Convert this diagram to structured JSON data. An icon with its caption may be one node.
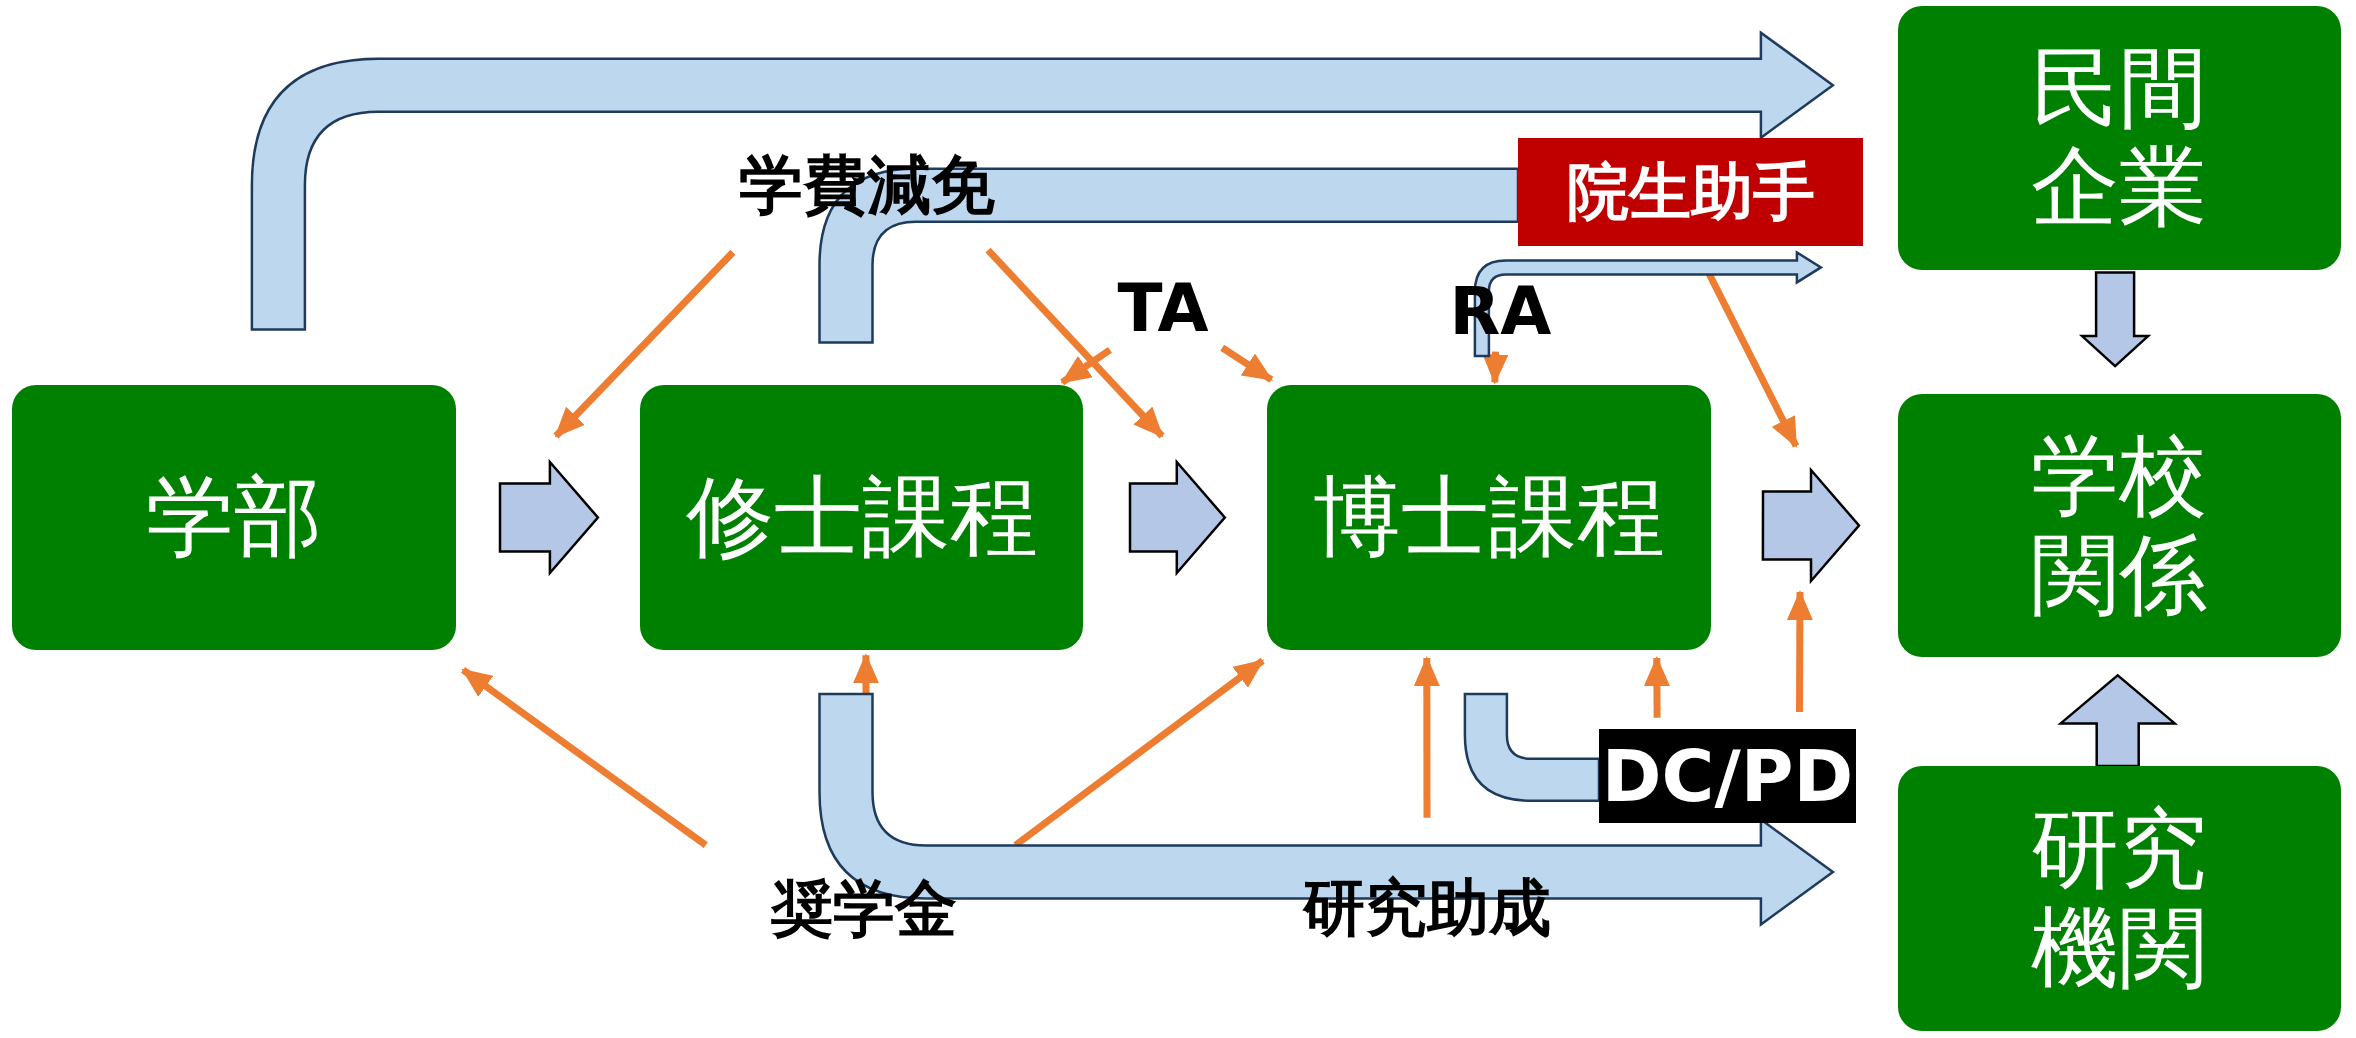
{
  "diagram": {
    "nodes": [
      {
        "text": [
          "学部"
        ]
      },
      {
        "text": [
          "修士課程"
        ]
      },
      {
        "text": [
          "博士課程"
        ]
      },
      {
        "text": [
          "民間企業"
        ]
      },
      {
        "text": [
          "学校関係"
        ]
      },
      {
        "text": [
          "研究機関"
        ]
      },
      {
        "text": [
          "学費減免"
        ]
      },
      {
        "text": [
          "TA"
        ]
      },
      {
        "text": [
          "RA"
        ]
      },
      {
        "text": [
          "院生助手"
        ]
      },
      {
        "text": [
          "奨学金"
        ]
      },
      {
        "text": [
          "研究助成"
        ]
      },
      {
        "text": [
          "DC/PD"
        ]
      }
    ],
    "edges": [
      {
        "from": 6,
        "to": null,
        "arrow": "to"
      },
      {
        "from": 6,
        "to": null,
        "arrow": "to"
      },
      {
        "from": 7,
        "to": 1,
        "arrow": "to"
      },
      {
        "from": 7,
        "to": 2,
        "arrow": "to"
      },
      {
        "from": 8,
        "to": 2,
        "arrow": "to"
      },
      {
        "from": 9,
        "to": null,
        "arrow": "to"
      },
      {
        "from": 10,
        "to": 0,
        "arrow": "to"
      },
      {
        "from": 10,
        "to": 1,
        "arrow": "to"
      },
      {
        "from": 10,
        "to": 2,
        "arrow": "to"
      },
      {
        "from": 11,
        "to": 2,
        "arrow": "to"
      },
      {
        "from": 12,
        "to": 2,
        "arrow": "to"
      },
      {
        "from": 12,
        "to": null,
        "arrow": "to"
      },
      {
        "from": 0,
        "to": 1,
        "arrow": "to",
        "style": "thick",
        "color": "#b4c7e7"
      },
      {
        "from": 1,
        "to": 2,
        "arrow": "to",
        "style": "thick",
        "color": "#b4c7e7"
      },
      {
        "from": 2,
        "to": 4,
        "arrow": "to",
        "style": "thick",
        "color": "#b4c7e7"
      },
      {
        "from": 3,
        "to": 4,
        "arrow": "to",
        "style": "thick",
        "color": "#b4c7e7"
      },
      {
        "from": 5,
        "to": 4,
        "arrow": "to",
        "style": "thick",
        "color": "#b4c7e7"
      },
      {
        "from": 0,
        "to": 3,
        "arrow": "to",
        "style": "thick",
        "color": "#bdd7ee"
      },
      {
        "from": 1,
        "to": 9,
        "arrow": "none",
        "style": "thick",
        "color": "#bdd7ee"
      },
      {
        "from": 2,
        "to": 3,
        "arrow": "to",
        "style": "thick",
        "color": "#bdd7ee"
      },
      {
        "from": 1,
        "to": 5,
        "arrow": "to",
        "style": "thick",
        "color": "#bdd7ee"
      },
      {
        "from": 2,
        "to": 12,
        "arrow": "none",
        "style": "thick",
        "color": "#bdd7ee"
      }
    ]
  }
}
